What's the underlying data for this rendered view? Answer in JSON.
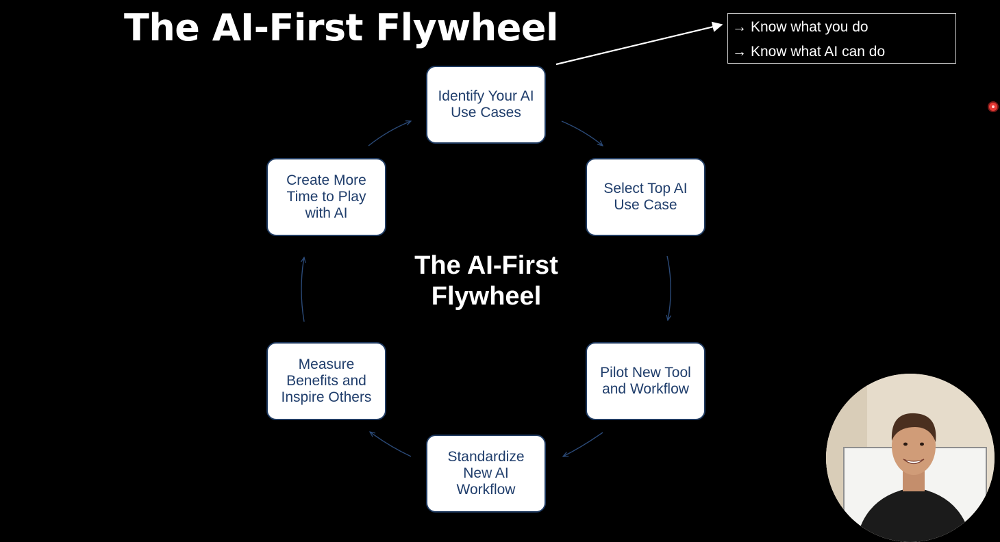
{
  "slide": {
    "title": "The AI-First Flywheel"
  },
  "callout": {
    "lines": [
      "Know what you do",
      "Know what AI can do"
    ],
    "bullet_glyph": "→"
  },
  "flywheel": {
    "center_title_line1": "The AI-First",
    "center_title_line2": "Flywheel",
    "nodes": [
      {
        "label": "Identify Your AI Use Cases"
      },
      {
        "label": "Select Top AI Use Case"
      },
      {
        "label": "Pilot New Tool and Workflow"
      },
      {
        "label": "Standardize New AI Workflow"
      },
      {
        "label": "Measure Benefits and Inspire Others"
      },
      {
        "label": "Create More Time to Play with AI"
      }
    ]
  },
  "colors": {
    "background": "#000000",
    "node_fill": "#ffffff",
    "node_border": "#1f3a60",
    "node_text": "#1f3d6b",
    "connector": "#2b4a78",
    "recording_indicator": "#e53935"
  },
  "icons": {
    "recording": "record-dot-icon",
    "webcam": "presenter-webcam"
  }
}
